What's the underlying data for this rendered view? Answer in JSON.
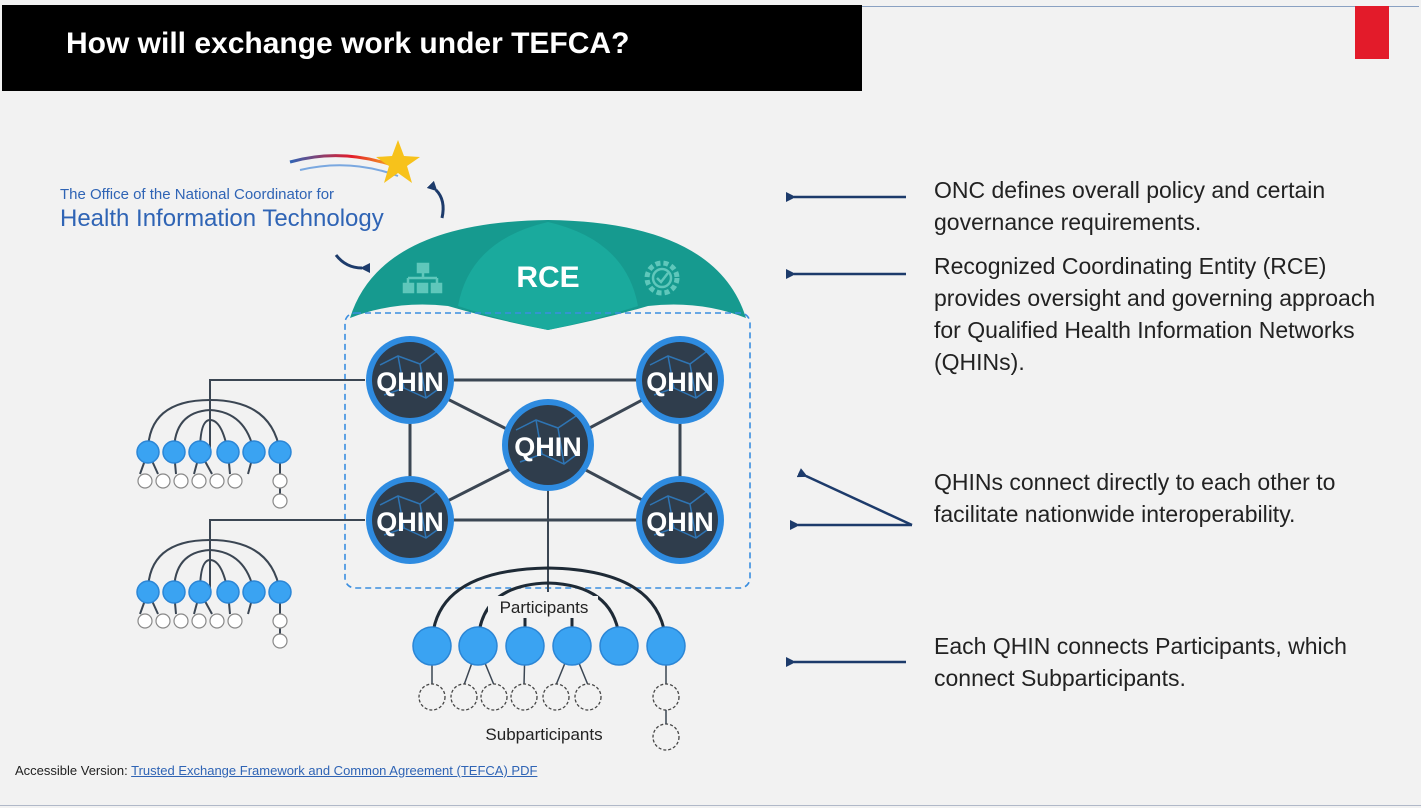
{
  "title": "How will exchange work under TEFCA?",
  "onc_logo": {
    "line1": "The Office of the National Coordinator for",
    "line2": "Health Information Technology"
  },
  "diagram": {
    "rce_label": "RCE",
    "qhin_label": "QHIN",
    "participants_label": "Participants",
    "subparticipants_label": "Subparticipants"
  },
  "descriptions": [
    "ONC defines overall policy and certain governance requirements.",
    "Recognized Coordinating Entity (RCE) provides oversight and governing approach for Qualified Health Information Networks (QHINs).",
    "QHINs connect directly to each other to facilitate nationwide interoperability.",
    "Each QHIN connects Participants, which connect Subparticipants."
  ],
  "footer": {
    "prefix": "Accessible Version:",
    "link_text": "Trusted Exchange Framework and Common Agreement (TEFCA) PDF"
  },
  "colors": {
    "title_bg": "#000000",
    "accent_red": "#e31b2a",
    "rce_teal": "#169a8f",
    "qhin_dark": "#2f3d4c",
    "qhin_ring": "#2e8be0",
    "participant_blue": "#3aa3f2",
    "arrow_navy": "#1d3b6b",
    "onc_blue": "#2f64b5"
  },
  "icons": [
    "star-logo-icon",
    "org-chart-icon",
    "gear-check-icon",
    "globe-network-icon"
  ]
}
